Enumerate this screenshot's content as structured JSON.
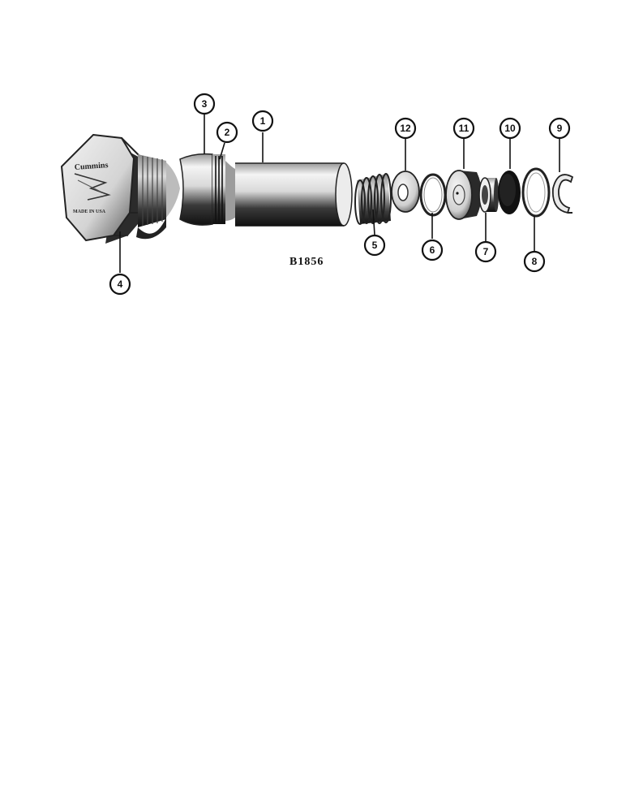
{
  "figure_code": "B1856",
  "logo": {
    "brand": "Cummins",
    "made_in": "MADE IN USA"
  },
  "callouts": [
    "1",
    "2",
    "3",
    "4",
    "5",
    "6",
    "7",
    "8",
    "9",
    "10",
    "11",
    "12"
  ],
  "colors": {
    "ink": "#111111",
    "metal_light": "#e8e8e8",
    "metal_dark": "#2a2a2a",
    "background": "#ffffff"
  }
}
